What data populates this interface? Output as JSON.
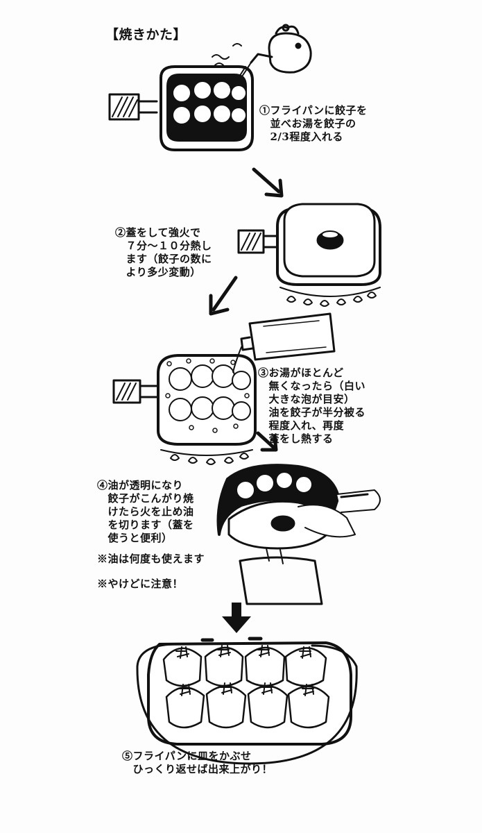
{
  "title": "【焼きかた】",
  "steps": [
    {
      "text": "①フライパンに餃子を\n　並べお湯を餃子の\n　2/3程度入れる"
    },
    {
      "text": "②蓋をして強火で\n　７分～１０分熱し\n　ます（餃子の数に\n　より多少変動）"
    },
    {
      "text": "③お湯がほとんど\n　無くなったら（白い\n　大きな泡が目安）\n　油を餃子が半分被る\n　程度入れ、再度\n　蓋をし熱する"
    },
    {
      "text": "④油が透明になり\n　餃子がこんがり焼\n　けたら火を止め油\n　を切ります（蓋を\n　使うと便利）"
    },
    {
      "text": "⑤フライパンに皿をかぶせ\n　ひっくり返せば出来上がり！"
    }
  ],
  "notes": [
    {
      "text": "※油は何度も使えます"
    },
    {
      "text": "※やけどに注意！"
    }
  ],
  "colors": {
    "ink": "#111111",
    "paper": "#fdfdfd"
  }
}
